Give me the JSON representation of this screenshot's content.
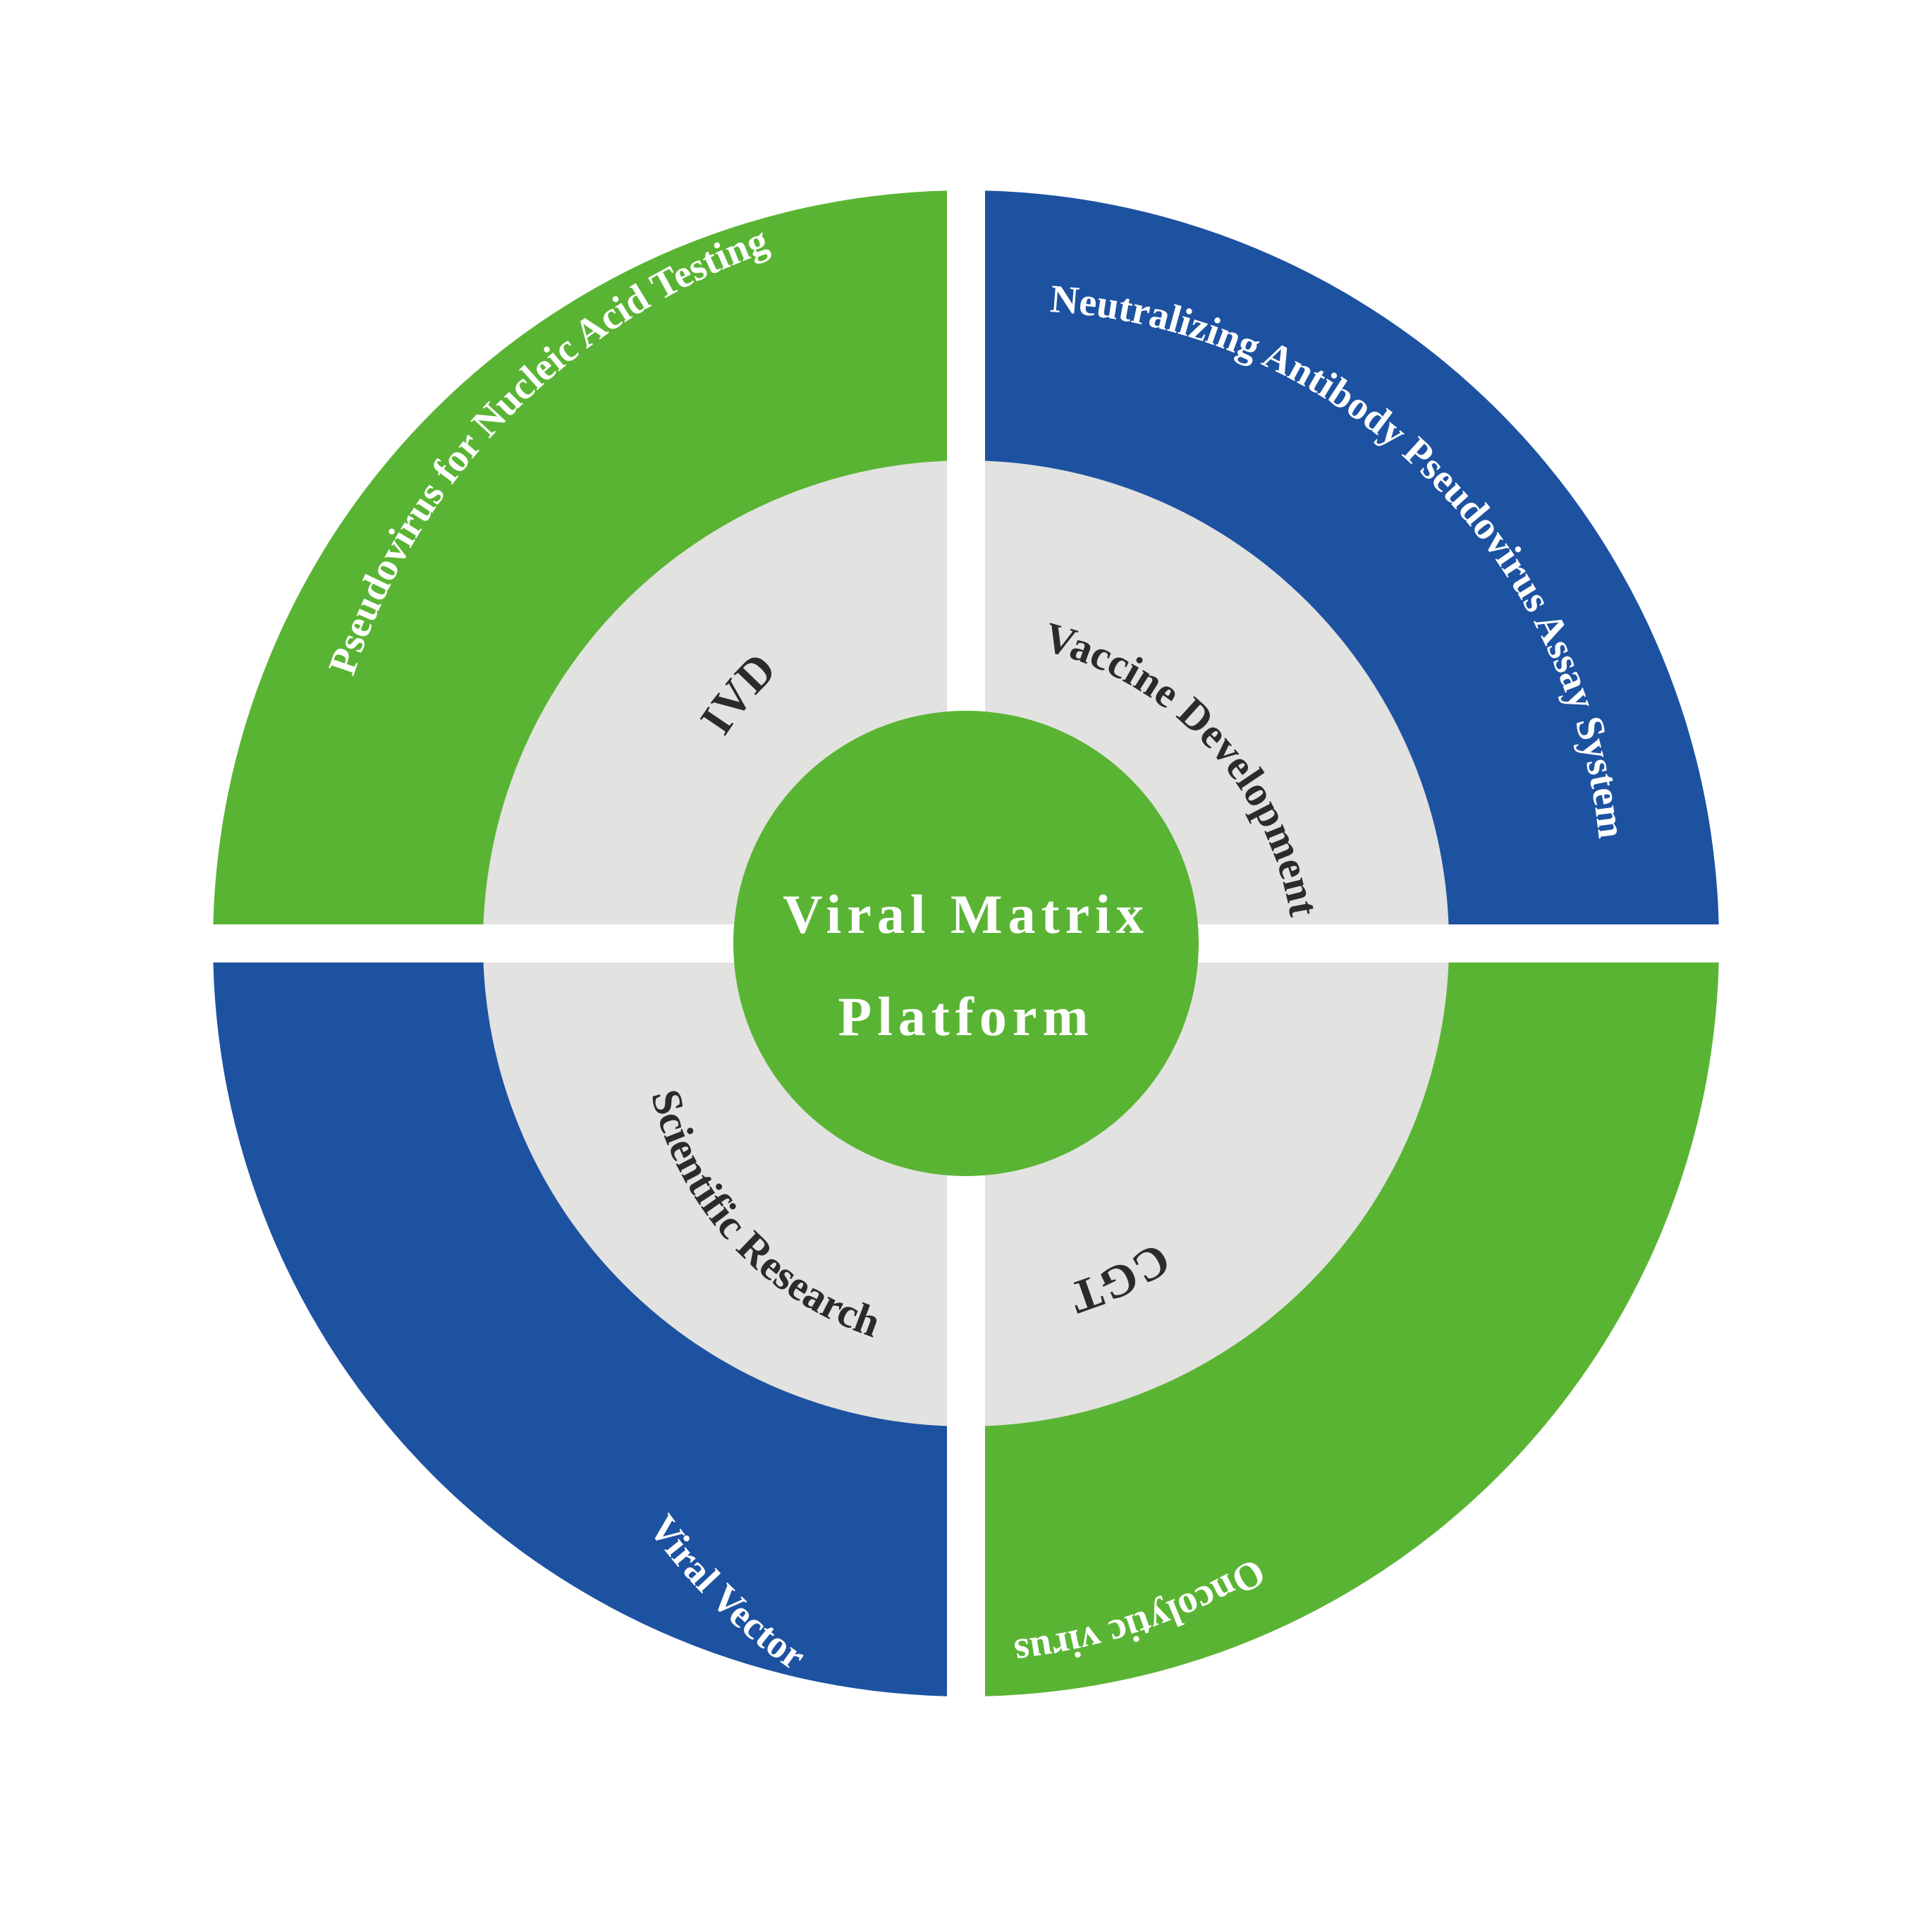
{
  "colors": {
    "green": "#5ab434",
    "blue": "#1d52a1",
    "gray": "#e2e2e0",
    "white": "#ffffff",
    "dark_text": "#2b2b2b"
  },
  "center": {
    "line1": "Viral Matrix",
    "line2": "Platform"
  },
  "inner_ring": {
    "top_left": "IVD",
    "top_right": "Vaccine Development",
    "bottom_left": "Scientific Research",
    "bottom_right": "CGT"
  },
  "outer_ring": {
    "top_left": "Pseudovirus for Nucleic Acid Testing",
    "top_right": "Neutralizing Antibody Pseudovirus Assay System",
    "bottom_left": "Viral Vector",
    "bottom_right": "Oncolytic virus"
  }
}
